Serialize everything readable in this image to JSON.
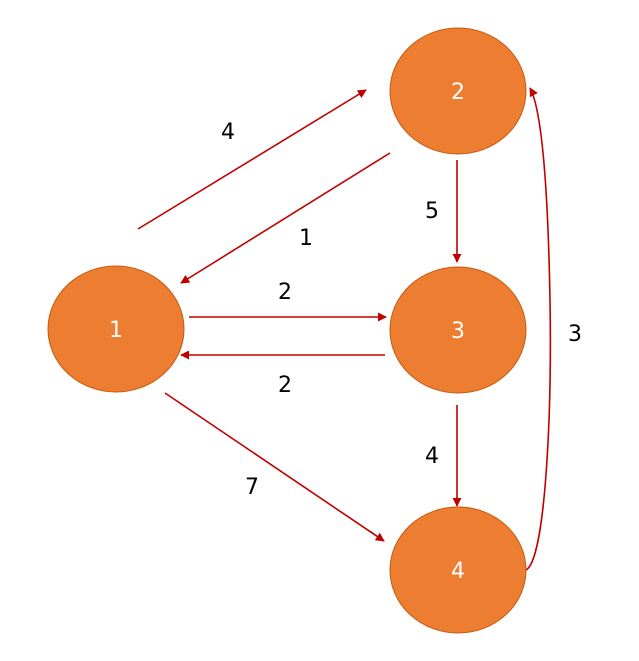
{
  "colors": {
    "node_fill": "#ED7D31",
    "node_stroke": "#C55A11",
    "edge": "#C00000",
    "node_text": "#FFFFFF",
    "edge_text": "#000000"
  },
  "nodes": [
    {
      "id": "1",
      "label": "1"
    },
    {
      "id": "2",
      "label": "2"
    },
    {
      "id": "3",
      "label": "3"
    },
    {
      "id": "4",
      "label": "4"
    }
  ],
  "edges": [
    {
      "from": "1",
      "to": "2",
      "weight": "4"
    },
    {
      "from": "2",
      "to": "1",
      "weight": "1"
    },
    {
      "from": "1",
      "to": "3",
      "weight": "2"
    },
    {
      "from": "3",
      "to": "1",
      "weight": "2"
    },
    {
      "from": "2",
      "to": "3",
      "weight": "5"
    },
    {
      "from": "3",
      "to": "4",
      "weight": "4"
    },
    {
      "from": "1",
      "to": "4",
      "weight": "7"
    },
    {
      "from": "4",
      "to": "2",
      "weight": "3"
    }
  ]
}
